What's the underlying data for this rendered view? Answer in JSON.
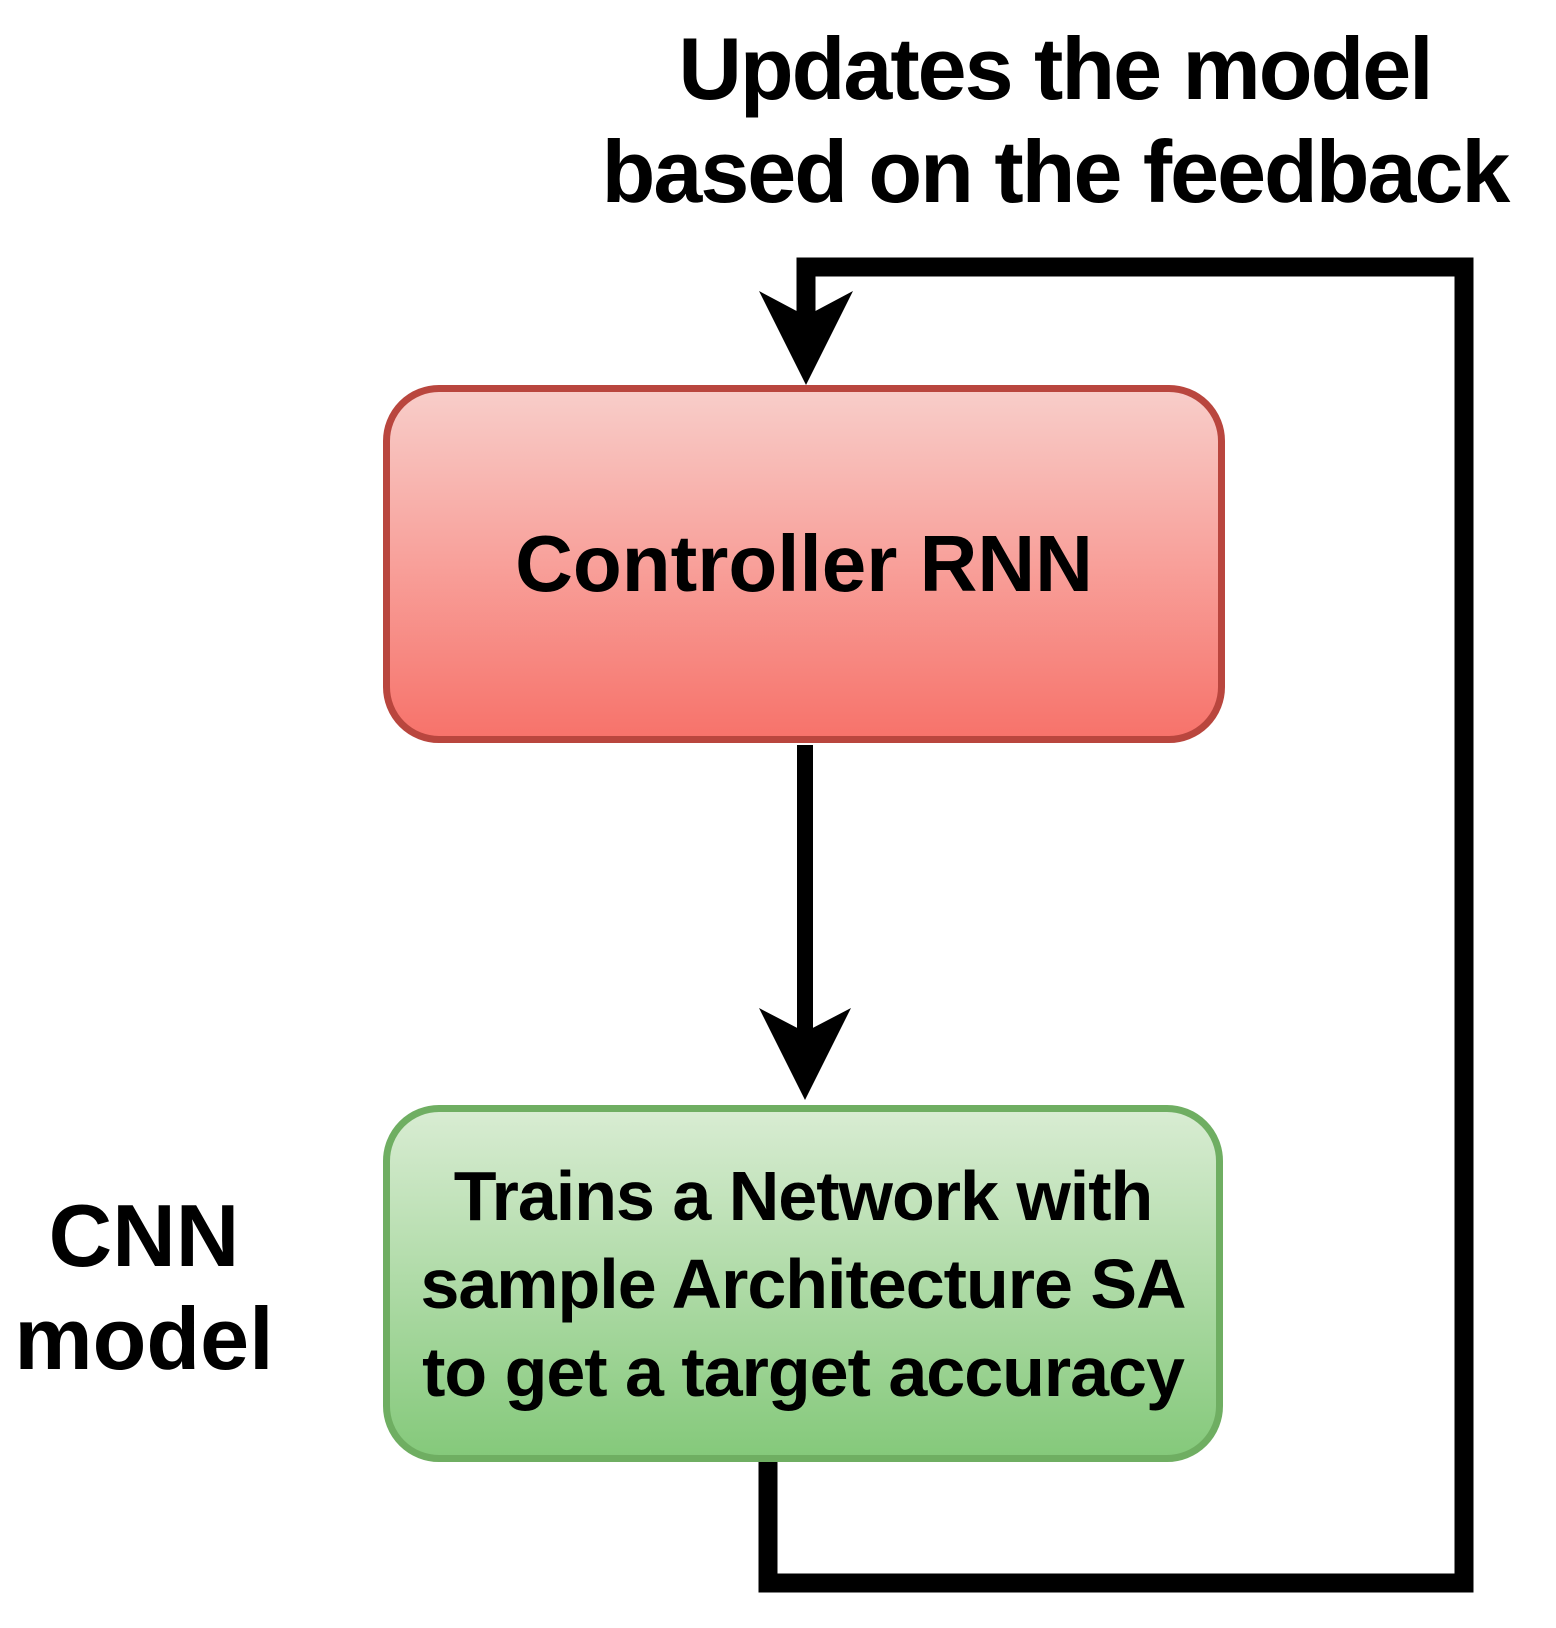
{
  "caption": {
    "line1": "Updates the model",
    "line2": "based on the feedback"
  },
  "nodes": {
    "controller": {
      "label": "Controller RNN"
    },
    "trainer": {
      "lines": [
        "Trains a Network with",
        "sample Architecture SA",
        "to get a target accuracy"
      ]
    }
  },
  "side_label": {
    "lines": [
      "CNN",
      "model"
    ]
  },
  "colors": {
    "background": "#ffffff",
    "text": "#000000",
    "arrow": "#000000",
    "controller_fill_top": "#f8cdc9",
    "controller_fill_bottom": "#f7736b",
    "controller_border": "#b9463e",
    "trainer_fill_top": "#d8ecd2",
    "trainer_fill_bottom": "#85c97b",
    "trainer_border": "#6fae62"
  }
}
